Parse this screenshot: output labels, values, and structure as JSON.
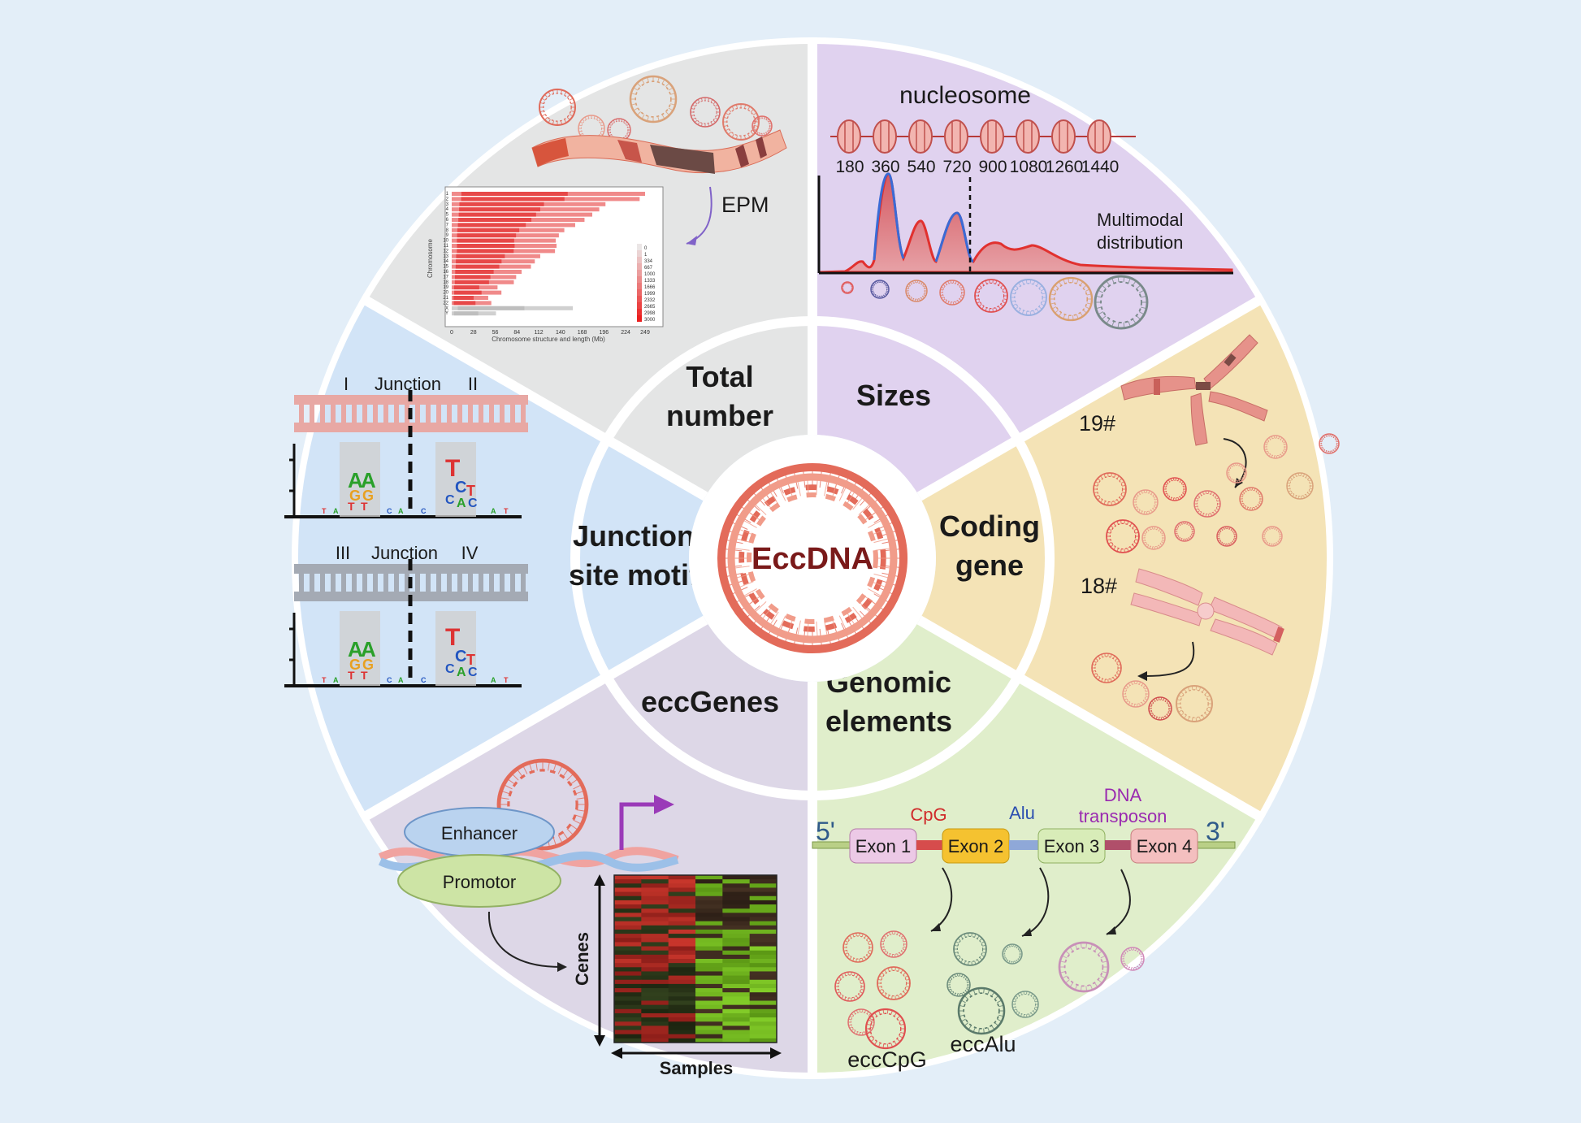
{
  "center": {
    "title": "EccDNA"
  },
  "sections": {
    "total_number": {
      "label_line1": "Total",
      "label_line2": "number",
      "epm": "EPM",
      "heatmap_ylabel": "Chromosome",
      "heatmap_xlabel": "Chromosome structure and length (Mb)",
      "x_ticks": [
        "0",
        "28",
        "56",
        "84",
        "112",
        "140",
        "168",
        "196",
        "224",
        "249"
      ],
      "chromosomes": [
        "1",
        "2",
        "3",
        "4",
        "5",
        "6",
        "7",
        "8",
        "9",
        "10",
        "11",
        "12",
        "13",
        "14",
        "15",
        "16",
        "17",
        "18",
        "19",
        "20",
        "21",
        "22",
        "X",
        "Y"
      ],
      "legend_values": [
        "0",
        "1",
        "334",
        "667",
        "1000",
        "1333",
        "1666",
        "1999",
        "2332",
        "2665",
        "2998",
        "3000"
      ]
    },
    "sizes": {
      "label": "Sizes",
      "nucleosome": "nucleosome",
      "ticks": [
        "180",
        "360",
        "540",
        "720",
        "900",
        "1080",
        "1260",
        "1440"
      ],
      "annotation_line1": "Multimodal",
      "annotation_line2": "distribution"
    },
    "coding_gene": {
      "label_line1": "Coding",
      "label_line2": "gene",
      "chr19": "19#",
      "chr18": "18#"
    },
    "genomic_elements": {
      "label_line1": "Genomic",
      "label_line2": "elements",
      "five_prime": "5'",
      "three_prime": "3'",
      "exons": [
        "Exon 1",
        "Exon 2",
        "Exon 3",
        "Exon 4"
      ],
      "cpg": "CpG",
      "alu": "Alu",
      "dna_transposon_line1": "DNA",
      "dna_transposon_line2": "transposon",
      "ecc_cpg": "eccCpG",
      "ecc_alu": "eccAlu"
    },
    "eccgenes": {
      "label": "eccGenes",
      "enhancer": "Enhancer",
      "promotor": "Promotor",
      "axis_genes": "Cenes",
      "axis_samples": "Samples"
    },
    "junction": {
      "label_line1": "Junction",
      "label_line2": "site motif",
      "panel1": {
        "left": "I",
        "mid": "Junction",
        "right": "II"
      },
      "panel2": {
        "left": "III",
        "mid": "Junction",
        "right": "IV"
      }
    }
  },
  "colors": {
    "total_number": "#e4e5e5",
    "sizes": "#e0d2ef",
    "coding_gene": "#f4e3b6",
    "genomic_elements": "#e0eecb",
    "eccgenes": "#ddd7e7",
    "junction": "#d2e4f7",
    "eccdna_red": "#7a1a1a"
  }
}
